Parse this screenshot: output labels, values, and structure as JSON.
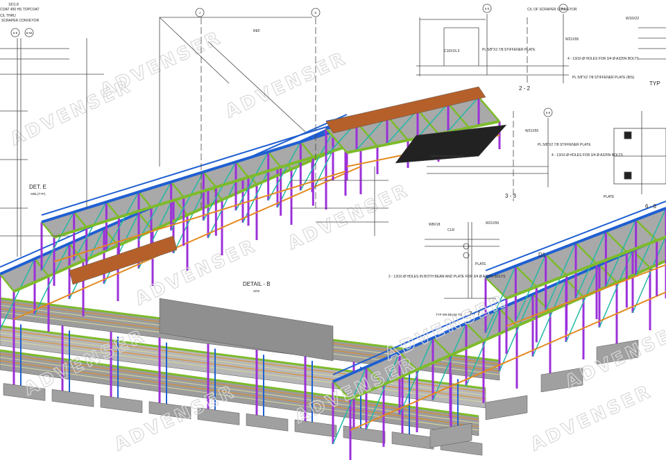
{
  "drawing_notes": {
    "top_left_line1": "1/D1.8",
    "top_left_line2": "COAT 450 HS TOPCOAT",
    "top_left_line3": "C/L THRU",
    "top_left_line4": "SCRAPER CONVEYOR",
    "grid_bubbles": [
      "6.9",
      "6.94",
      "J",
      "K",
      "6.6",
      "6.9",
      "6.9"
    ],
    "ref_label": "REF"
  },
  "section_labels": {
    "det_e": "DET. E",
    "det_e_sub": "S/BL(TYP)",
    "detail_b": "DETAIL - B",
    "detail_b_sub": "S/02",
    "section_2_2": "2 - 2",
    "section_3_3": "3 - 3",
    "section_6_6": "6 - 6",
    "section_7_7": "7 - 7",
    "section_7_7_sub": "TYP W8 BEAM TO",
    "typ": "TYP",
    "section_d1": "D1"
  },
  "callouts": {
    "cl_scraper": "C/L OF SCRAPER CONVEYOR",
    "w21x55": "W21X55",
    "stiffener": "PL 5/8\"X2 7/8 STIFFENER PLATE",
    "stiffener_bs": "PL 5/8\"X2 7/8 STIFFENER PLATE (B/S)",
    "holes": "4 - 13/16 Ø HOLES FOR 3/4 Ø A325N BOLTS",
    "holes_both": "2 - 13/16 Ø HOLES IN BOTH BEAM AND PLATE FOR 3/4 Ø A325N BOLTS",
    "c10": "C10X15.3",
    "w8x18": "W8X18",
    "plate": "PLATE",
    "clr": "CLR",
    "w10x22": "W10X22"
  },
  "watermark": "ADVENSER",
  "colors": {
    "beam_green": "#7dbb2a",
    "beam_blue": "#1f5fd1",
    "column_purple": "#9b30d9",
    "brace_teal": "#1fb8a6",
    "beam_orange": "#e38a1e",
    "cover_brown": "#b5602a",
    "slab_gray": "#a9a9a9",
    "line_dark": "#333333"
  }
}
